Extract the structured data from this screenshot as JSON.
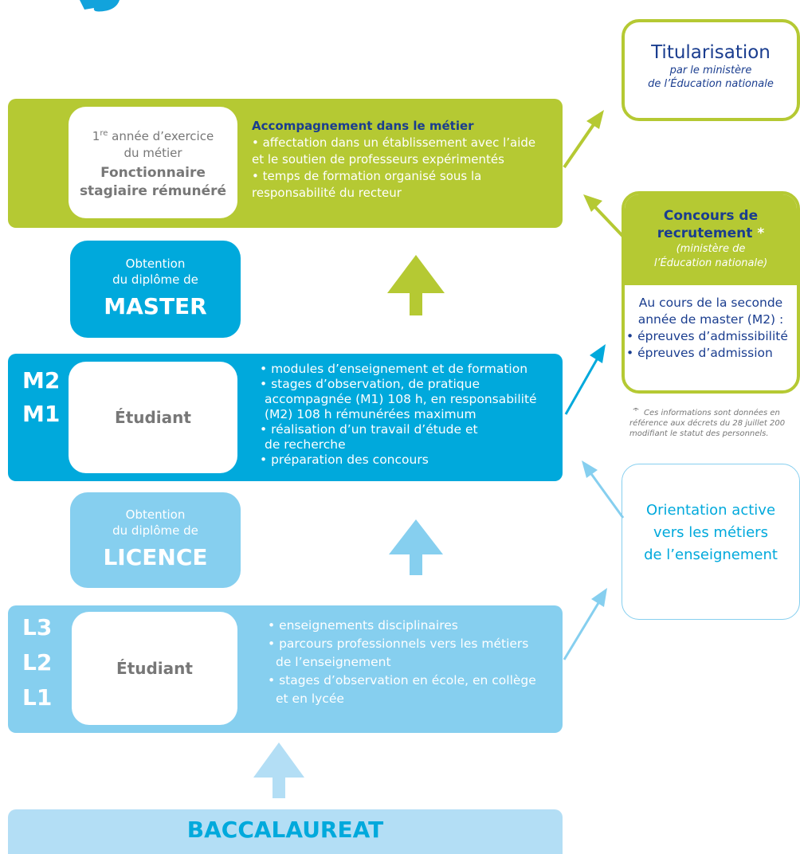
{
  "colors": {
    "green": "#b5c933",
    "cyan": "#00a9dc",
    "light_blue": "#86cfef",
    "pale_blue": "#b3def5",
    "navy": "#1a3d8f",
    "gray_text": "#777777"
  },
  "titularisation": {
    "title": "Titularisation",
    "subtitle_1": "par le ministère",
    "subtitle_2": "de l’Éducation nationale"
  },
  "stagiaire": {
    "year_sup": "re",
    "year_num": "1",
    "year_rest": " année d’exercice",
    "line2": "du métier",
    "status_1": "Fonctionnaire",
    "status_2": "stagiaire rémunéré",
    "heading": "Accompagnement dans le métier",
    "items": [
      "• affectation dans un établissement avec l’aide",
      "et le soutien de professeurs expérimentés",
      "• temps de formation organisé sous la",
      "responsabilité du recteur"
    ]
  },
  "concours": {
    "title_1": "Concours de",
    "title_2": "recrutement",
    "asterisk": "*",
    "sub_1": "(ministère de",
    "sub_2": "l’Éducation nationale)",
    "body": [
      "Au cours de la seconde",
      "année de master (M2) :",
      "• épreuves d’admissibilité",
      "• épreuves d’admission"
    ]
  },
  "footnote": {
    "asterisk": "*",
    "lines": [
      "Ces informations sont données en",
      "référence aux décrets du 28 juillet 200",
      "modifiant le statut des personnels."
    ]
  },
  "master": {
    "line1": "Obtention",
    "line2": "du diplôme de",
    "title": "MASTER"
  },
  "m_band": {
    "levels": [
      "M2",
      "M1"
    ],
    "student": "Étudiant",
    "items": [
      "• modules d’enseignement et de formation",
      "• stages d’observation, de pratique",
      "accompagnée (M1) 108 h, en responsabilité",
      "(M2) 108 h rémunérées maximum",
      "• réalisation d’un travail d’étude et",
      "de recherche",
      "• préparation des concours"
    ]
  },
  "licence": {
    "line1": "Obtention",
    "line2": "du diplôme de",
    "title": "LICENCE"
  },
  "orientation": {
    "lines": [
      "Orientation active",
      "vers les métiers",
      "de l’enseignement"
    ]
  },
  "l_band": {
    "levels": [
      "L3",
      "L2",
      "L1"
    ],
    "student": "Étudiant",
    "items": [
      "• enseignements disciplinaires",
      "• parcours professionnels vers les métiers",
      "de l’enseignement",
      "• stages d’observation en école, en collège",
      "et en lycée"
    ]
  },
  "bac": {
    "title": "BACCALAUREAT"
  }
}
